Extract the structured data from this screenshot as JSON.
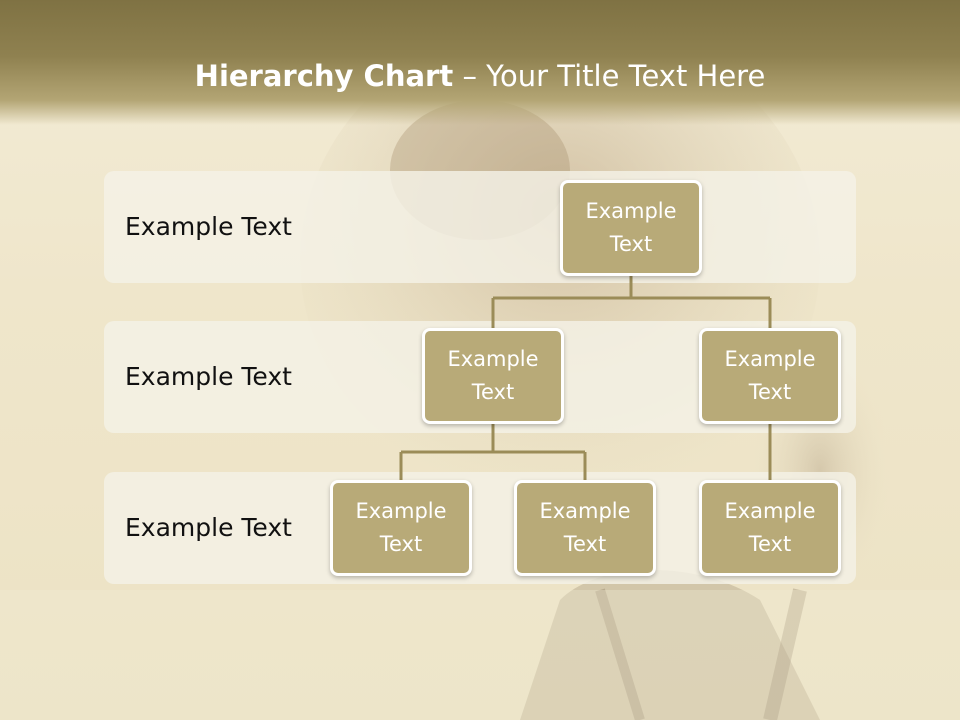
{
  "title": {
    "bold_part": "Hierarchy Chart",
    "rest_part": " – Your Title Text Here"
  },
  "rows": [
    {
      "label": "Example Text"
    },
    {
      "label": "Example Text"
    },
    {
      "label": "Example Text"
    }
  ],
  "nodes": [
    {
      "label": "Example Text"
    },
    {
      "label": "Example Text"
    },
    {
      "label": "Example Text"
    },
    {
      "label": "Example Text"
    },
    {
      "label": "Example Text"
    },
    {
      "label": "Example Text"
    }
  ],
  "colors": {
    "header": "#8f8150",
    "node_fill": "#b8aa78",
    "connector": "#9b8c58",
    "row_band": "#f4f1e6"
  }
}
